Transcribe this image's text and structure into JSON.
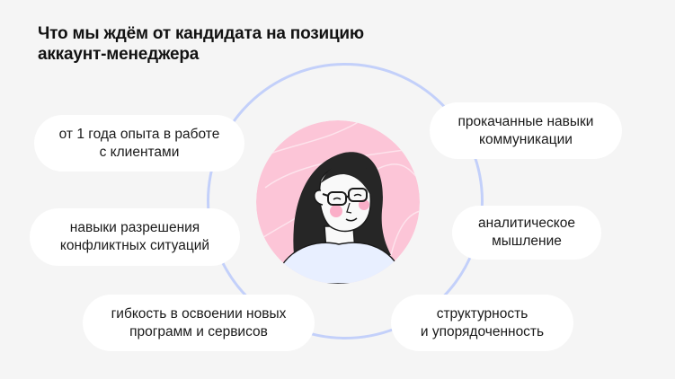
{
  "title": {
    "line1": "Что мы ждём от кандидата на позицию",
    "line2": "аккаунт-менеджера"
  },
  "illustration": {
    "icon": "woman-with-glasses-avatar",
    "bg_color": "#fcc5d7",
    "ring_color": "#c3d0fa"
  },
  "requirements": [
    {
      "line1": "от 1 года опыта в работе",
      "line2": "с клиентами"
    },
    {
      "line1": "навыки разрешения",
      "line2": "конфликтных ситуаций"
    },
    {
      "line1": "гибкость в освоении новых",
      "line2": "программ и сервисов"
    },
    {
      "line1": "прокачанные навыки",
      "line2": "коммуникации"
    },
    {
      "line1": "аналитическое",
      "line2": "мышление"
    },
    {
      "line1": "структурность",
      "line2": "и упорядоченность"
    }
  ]
}
